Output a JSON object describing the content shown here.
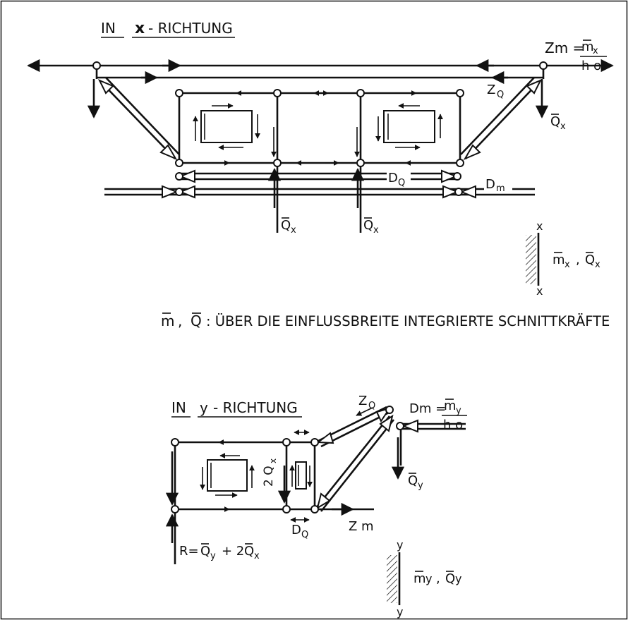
{
  "x_direction": {
    "heading_prefix": "IN",
    "heading_axis": "x",
    "heading_suffix": "- RICHTUNG",
    "zm_label": "Zm =",
    "zm_numerator": "m",
    "zm_numerator_sub": "x",
    "zm_denominator": "h o",
    "zq_label": "Z",
    "zq_sub": "Q",
    "dq_label": "D",
    "dq_sub": "Q",
    "dm_label": "D",
    "dm_sub": "m",
    "qx_letter": "Q",
    "qx_sub": "x",
    "support_axis_top": "x",
    "support_axis_bottom": "x",
    "support_m": "m",
    "support_m_sub": "x",
    "support_sep": ",",
    "support_q": "Q",
    "support_q_sub": "x"
  },
  "note": {
    "m": "m",
    "sep": ",",
    "q": "Q",
    "text": ": ÜBER DIE EINFLUSSBREITE INTEGRIERTE SCHNITTKRÄFTE"
  },
  "y_direction": {
    "heading_prefix": "IN",
    "heading_axis": "y",
    "heading_suffix": "- RICHTUNG",
    "dm_label": "Dm =",
    "dm_numerator": "m",
    "dm_numerator_sub": "y",
    "dm_denominator": "h o",
    "zq_label": "Z",
    "zq_sub": "Q",
    "zm_label": "Z m",
    "dq_label": "D",
    "dq_sub": "Q",
    "qy_letter": "Q",
    "qy_sub": "y",
    "two_qx": "2 Q",
    "two_qx_sub": "x",
    "reaction_lhs": "R=",
    "reaction_q": "Q",
    "reaction_qy_sub": "y",
    "reaction_plus": "+ 2",
    "reaction_qx_sub": "x",
    "support_axis_top": "y",
    "support_axis_bottom": "y",
    "support_m": "m",
    "support_m_sub": "y",
    "support_sep": ",",
    "support_q": "Q",
    "support_q_sub": "y"
  }
}
